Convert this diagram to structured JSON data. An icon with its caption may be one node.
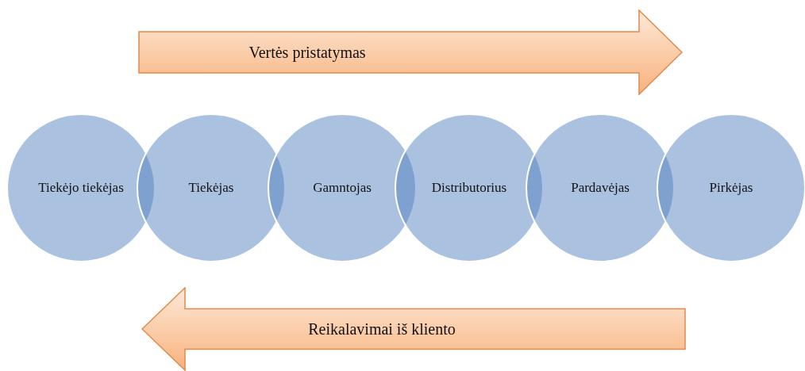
{
  "diagram": {
    "nodes": [
      {
        "text": [
          "Vertės pristatymas"
        ]
      },
      {
        "text": [
          "Tiekėjo tiekėjas"
        ]
      },
      {
        "text": [
          "Tiekėjas"
        ]
      },
      {
        "text": [
          "Gamntojas"
        ]
      },
      {
        "text": [
          "Distributorius"
        ]
      },
      {
        "text": [
          "Pardavėjas"
        ]
      },
      {
        "text": [
          "Pirkėjas"
        ]
      },
      {
        "text": [
          "Reikalavimai iš kliento"
        ]
      }
    ],
    "edges": []
  }
}
